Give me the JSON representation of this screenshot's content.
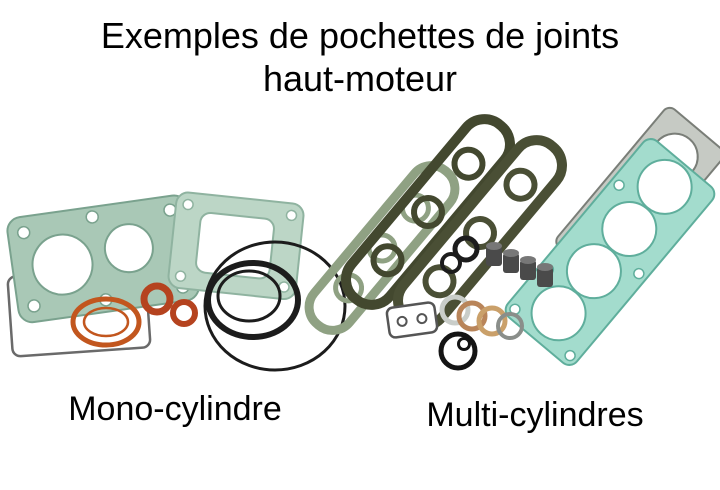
{
  "title": {
    "line1": "Exemples de pochettes de joints",
    "line2": "haut-moteur"
  },
  "captions": {
    "mono": "Mono-cylindre",
    "multi": "Multi-cylindres"
  },
  "illustration": {
    "left_set": "mono-cylinder-top-end-gasket-kit",
    "right_set": "multi-cylinder-top-end-gasket-kit"
  },
  "colors": {
    "background": "#ffffff",
    "text": "#000000",
    "gasket_green": "#a9c8b6",
    "gasket_green_light": "#bcd6c6",
    "gasket_teal": "#a3dccd",
    "gasket_gray": "#c6cac4",
    "gasket_dark_olive": "#43482f",
    "gasket_sage": "#8fa183",
    "copper_orange": "#c2561e",
    "rust_orange": "#b5431f",
    "ring_black": "#1c1c1c"
  }
}
